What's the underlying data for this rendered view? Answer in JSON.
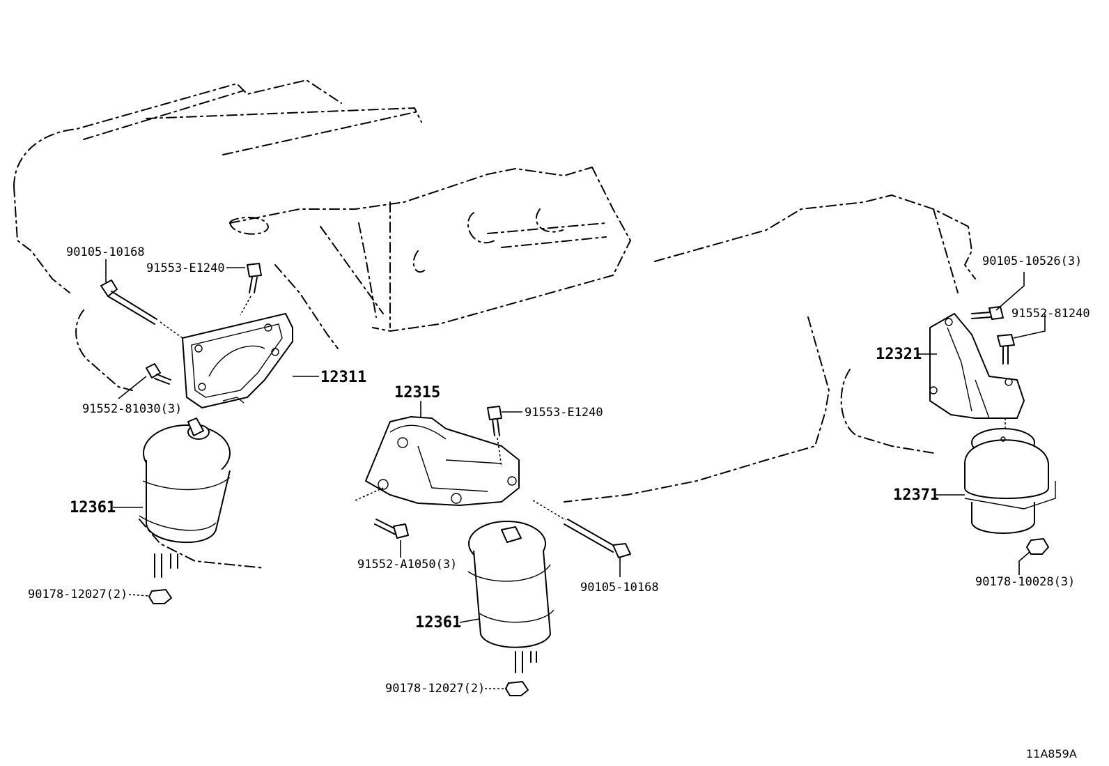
{
  "diagram": {
    "code": "11A859A",
    "callouts": {
      "bolt_top_left": "90105-10168",
      "bolt_small_top": "91553-E1240",
      "bracket_left": "12311",
      "bolt_left_3": "91552-81030(3)",
      "mount_left": "12361",
      "nut_left": "90178-12027(2)",
      "bracket_center": "12315",
      "bolt_center_small": "91553-E1240",
      "bolt_center_3": "91552-A1050(3)",
      "bolt_center_right": "90105-10168",
      "mount_center": "12361",
      "nut_center": "90178-12027(2)",
      "bolt_right_top": "90105-10526(3)",
      "bolt_right_small": "91552-81240",
      "bracket_right": "12321",
      "mount_right": "12371",
      "nut_right": "90178-10028(3)"
    }
  }
}
